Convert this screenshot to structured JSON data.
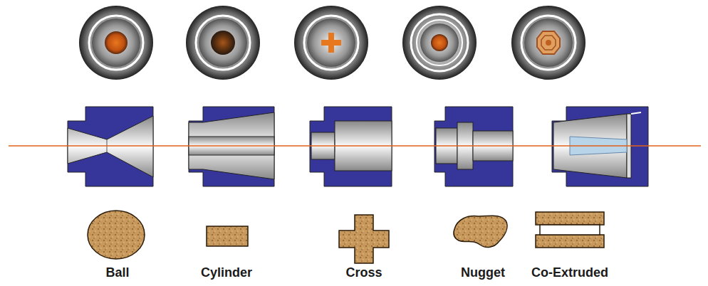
{
  "diagram": {
    "labels": [
      "Ball",
      "Cylinder",
      "Cross",
      "Nugget",
      "Co-Extruded"
    ]
  }
}
